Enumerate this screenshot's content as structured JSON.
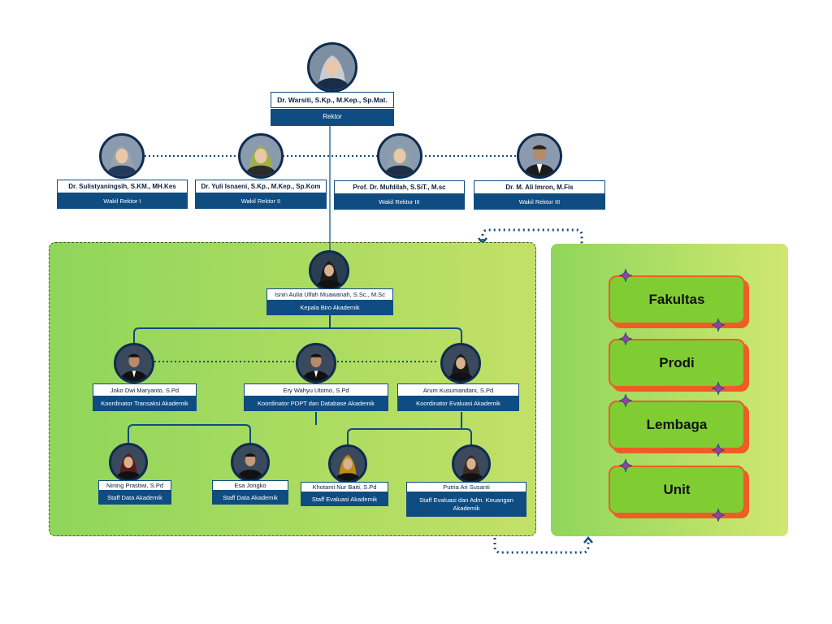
{
  "rektor": {
    "name": "Dr. Warsiti, S.Kp., M.Kep., Sp.Mat.",
    "role": "Rektor"
  },
  "wakil": [
    {
      "name": "Dr. Sulistyaningsih, S.KM., MH.Kes",
      "role": "Wakil Rektor I"
    },
    {
      "name": "Dr. Yuli Isnaeni, S.Kp., M.Kep., Sp.Kom",
      "role": "Wakil Rektor II"
    },
    {
      "name": "Prof. Dr. Mufdilah, S.SiT., M.sc",
      "role": "Wakil Rektor III"
    },
    {
      "name": "Dr. M. Ali Imron, M.Fis",
      "role": "Wakil Rektor III"
    }
  ],
  "kepala": {
    "name": "Isnin Aulia Ulfah Muawanah, S.Sc., M.Sc",
    "role": "Kepala Biro Akademik"
  },
  "koordinator": [
    {
      "name": "Joko Dwi Maryanto, S.Pd",
      "role": "Koordinator Transaksi Akademik"
    },
    {
      "name": "Ery Wahyu Utomo, S.Pd",
      "role": "Koordinator PDPT dan Database Akademik"
    },
    {
      "name": "Arum Kusumandani, S.Pd",
      "role": "Koordinator Evaluasi Akademik"
    }
  ],
  "staff": [
    {
      "name": "Nining Prastiwi, S.Pd",
      "role": "Staff Data Akademik"
    },
    {
      "name": "Esa Jongko",
      "role": "Staff Data Akademik"
    },
    {
      "name": "Khotami Nur Baiti, S.Pd",
      "role": "Staff Evaluasi Akademik"
    },
    {
      "name": "Putria Ari Susanti",
      "role": "Staff Evaluasi dan Adm. Keuangan Akademik"
    }
  ],
  "units": [
    "Fakultas",
    "Prodi",
    "Lembaga",
    "Unit"
  ],
  "colors": {
    "navy": "#0f4c81",
    "green_start": "#8fd65a",
    "green_end": "#c3e067",
    "orange": "#ef5c26",
    "card_green": "#7fcd33"
  },
  "icons": {
    "person": "person-photo-icon",
    "sparkle": "four-point-star-icon"
  }
}
